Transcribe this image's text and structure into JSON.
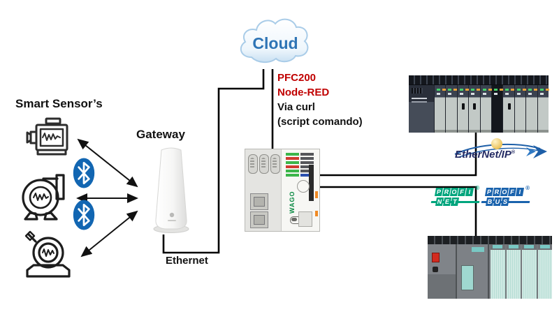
{
  "labels": {
    "smart_sensors": "Smart Sensor’s",
    "gateway": "Gateway",
    "ethernet": "Ethernet",
    "cloud": "Cloud"
  },
  "annotation": {
    "pfc200": "PFC200",
    "node_red": "Node-RED",
    "via_curl": "Via curl",
    "script_comando": "(script comando)",
    "highlight_color": "#c00000",
    "text_color": "#111111"
  },
  "logos": {
    "ethernet_ip": {
      "text": "EtherNet/IP",
      "reg": "®",
      "text_color": "#232a63",
      "swoosh_color": "#1e5fa8",
      "globe_color": "#f0c23a"
    },
    "profinet": {
      "row1": [
        "P",
        "R",
        "O",
        "F",
        "I"
      ],
      "row2": [
        "N",
        "E",
        "T"
      ],
      "reg": "®",
      "color": "#00a57d"
    },
    "profibus": {
      "row1": [
        "P",
        "R",
        "O",
        "F",
        "I"
      ],
      "row2": [
        "B",
        "U",
        "S"
      ],
      "reg": "®",
      "color": "#1a63ad"
    }
  },
  "devices": {
    "wago": {
      "brand": "WAGO"
    }
  },
  "colors": {
    "bluetooth": "#1266b2",
    "cloud_text": "#2e74b5",
    "wire": "#000000"
  }
}
